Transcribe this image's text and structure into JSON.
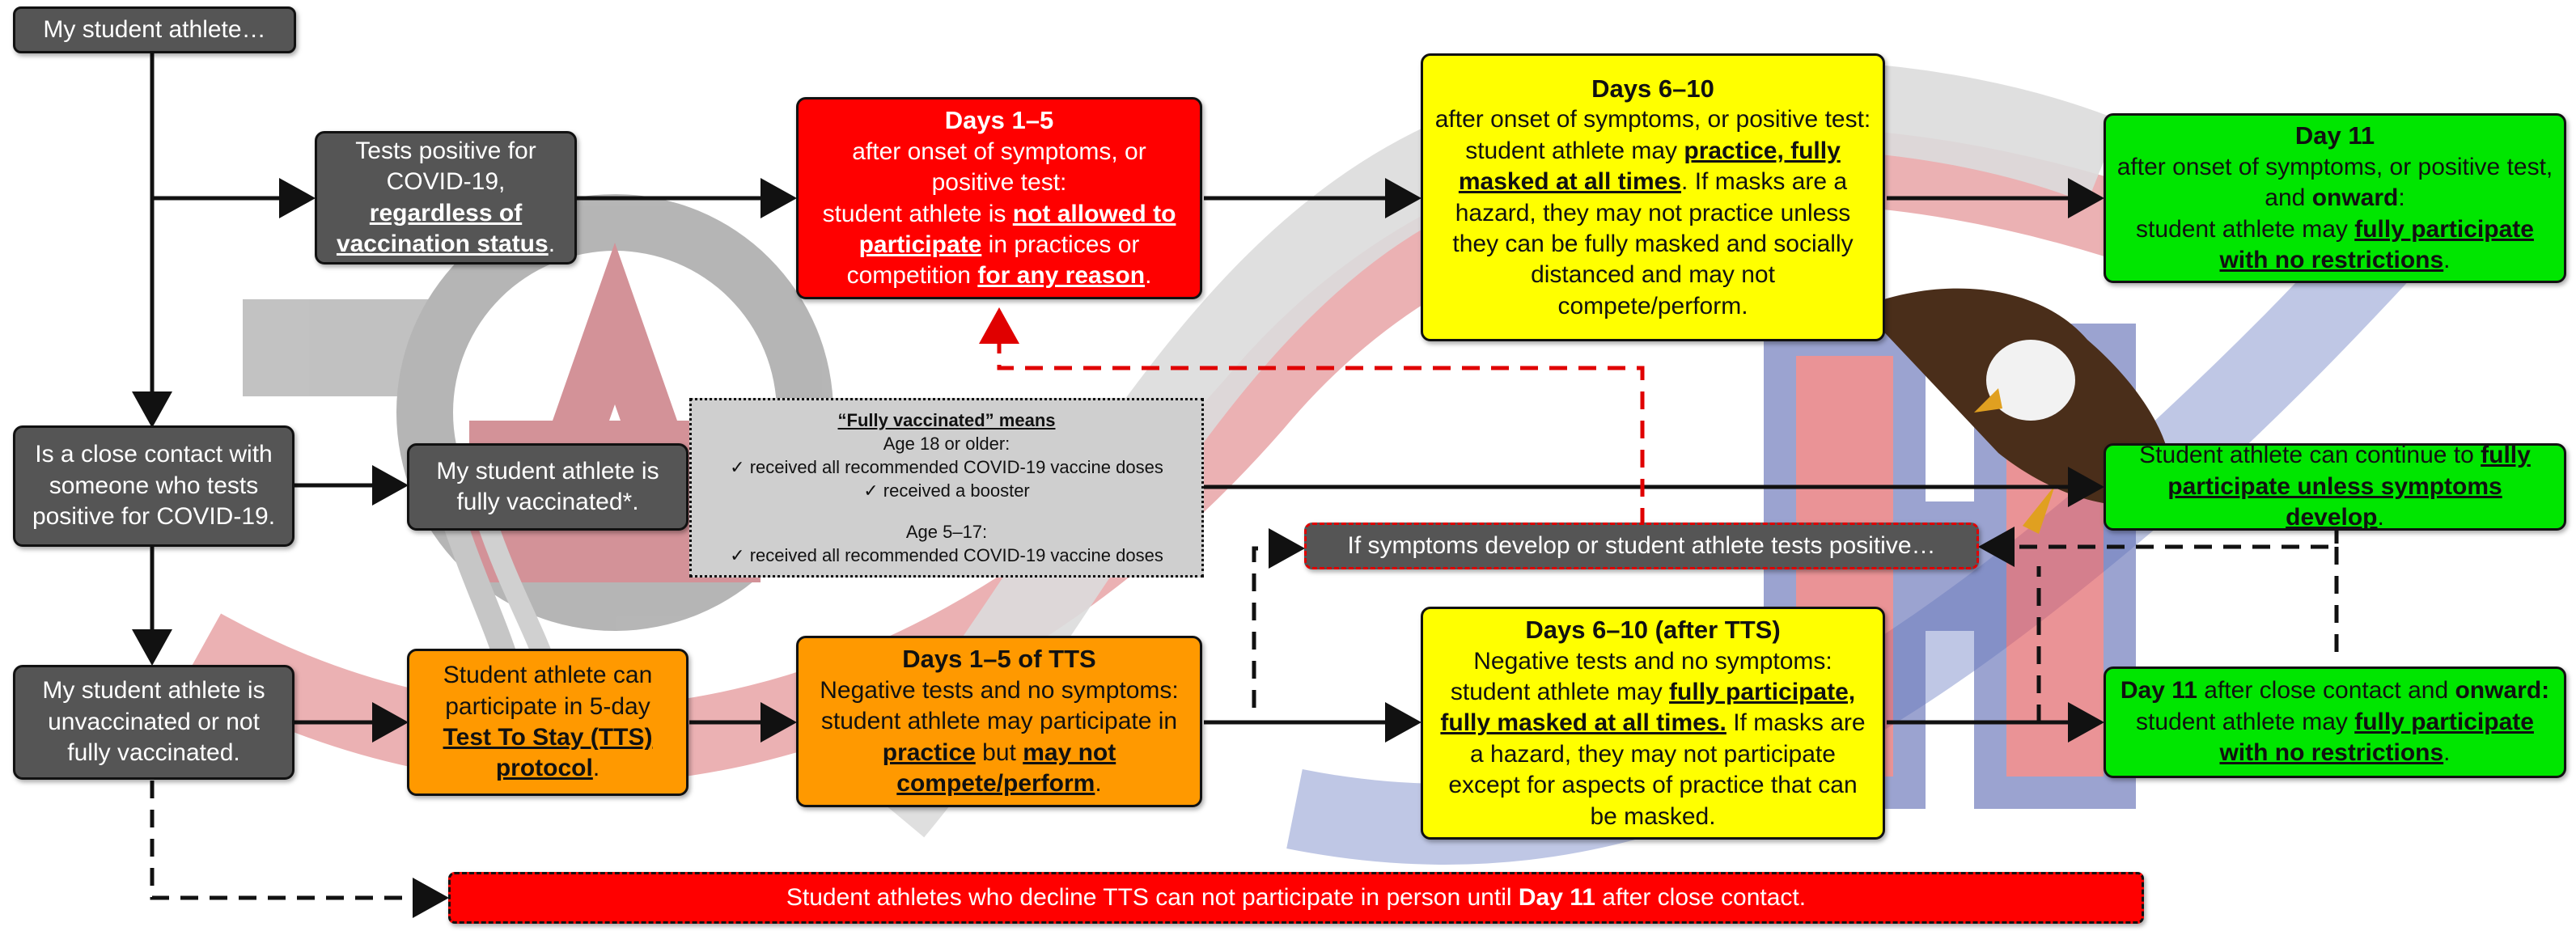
{
  "start": {
    "text": "My student athlete…"
  },
  "positive": {
    "pre": "Tests positive for COVID-19,",
    "emph": "regardless of vaccination status",
    "post": "."
  },
  "days15": {
    "title": "Days 1–5",
    "l1": "after onset of symptoms, or positive test:",
    "l2": "student athlete is ",
    "emph1": "not allowed to participate",
    "l3": " in practices or competition ",
    "emph2": "for any reason",
    "l4": "."
  },
  "days610": {
    "title": "Days 6–10",
    "l1": "after onset of symptoms, or positive test:",
    "l2": "student athlete may ",
    "emph": "practice, fully masked at all times",
    "l3": ". If masks are a hazard, they may not practice unless they can be fully masked and socially distanced and may not compete/perform."
  },
  "day11": {
    "title": "Day 11",
    "l1": "after onset of symptoms, or positive test, and ",
    "emph1": "onward",
    "l2": ":",
    "l3": "student athlete may ",
    "emph2": "fully participate with no restrictions",
    "l4": "."
  },
  "close": {
    "text": "Is a close contact with someone who tests positive for COVID-19."
  },
  "vaccinated": {
    "text": "My student athlete is fully vaccinated*."
  },
  "note": {
    "title": "“Fully vaccinated” means",
    "l1": "Age 18 or older:",
    "l2": "✓ received all recommended COVID-19 vaccine doses",
    "l3": "✓ received a booster",
    "l4": "Age 5–17:",
    "l5": "✓ received all recommended COVID-19 vaccine doses"
  },
  "continue": {
    "pre": "Student athlete can continue to ",
    "emph": "fully participate unless symptoms develop",
    "post": "."
  },
  "symptoms": {
    "text": "If symptoms develop or student athlete tests positive…"
  },
  "unvax": {
    "text": "My student athlete is unvaccinated or not fully vaccinated."
  },
  "tts": {
    "pre": "Student athlete can participate in 5-day ",
    "emph": "Test To Stay (TTS) protocol",
    "post": "."
  },
  "ttsdays15": {
    "title": "Days 1–5 of TTS",
    "l1": "Negative tests and no symptoms:",
    "l2": "student athlete may participate in ",
    "emph1": "practice",
    "l3": " but ",
    "emph2": "may not compete/perform",
    "l4": "."
  },
  "ttsdays610": {
    "title": "Days 6–10 (after TTS)",
    "l1": "Negative tests and no symptoms:",
    "l2": "student athlete may ",
    "emph": "fully participate, fully masked at all times.",
    "l3": " If masks are a hazard, they may not participate except for aspects of practice that can be masked."
  },
  "ttsday11": {
    "emph1": "Day 11",
    "l1": " after close contact and ",
    "emph2": "onward:",
    "l2": "student athlete may ",
    "emph3": "fully participate with no restrictions",
    "l3": "."
  },
  "decline": {
    "pre": "Student athletes who decline TTS can  not participate in person until ",
    "emph": "Day 11",
    "post": " after close contact."
  },
  "colors": {
    "dark": "#555555",
    "red": "#ff0000",
    "yellow": "#ffff00",
    "green": "#00e600",
    "orange": "#ff9900",
    "note": "#cfcfcf"
  }
}
